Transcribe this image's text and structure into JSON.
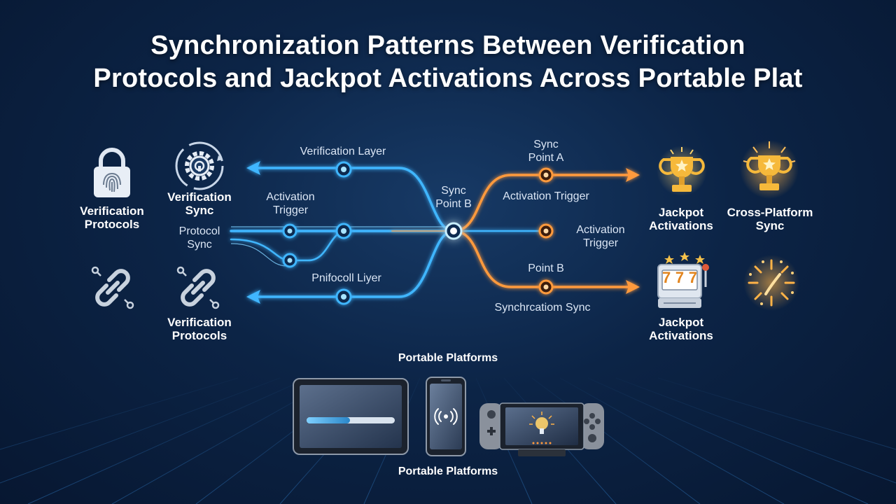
{
  "title": {
    "line1": "Synchronization Patterns Between Verification",
    "line2": "Protocols and Jackpot Activations Across Portable Plat"
  },
  "left": {
    "verification_protocols_top": [
      "Verification",
      "Protocols"
    ],
    "verification_sync": [
      "Verification",
      "Sync"
    ],
    "verification_protocols_bottom": [
      "Verification",
      "Protocols"
    ]
  },
  "flow_labels": {
    "verification_layer": "Verification Layer",
    "activation_trigger_left": [
      "Activation",
      "Trigger"
    ],
    "protocol_sync": [
      "Protocol",
      "Sync"
    ],
    "protocol_layer": "Pnifocoll Liyer",
    "sync_point_b_center": [
      "Sync",
      "Point B"
    ],
    "sync_point_a": [
      "Sync",
      "Point A"
    ],
    "activation_trigger_top": "Activation Trigger",
    "activation_trigger_right": [
      "Activation",
      "Trigger"
    ],
    "point_b": "Point B",
    "synchronization_sync": "Synchrcatiom Sync"
  },
  "right": {
    "jackpot_activations_top": [
      "Jackpot",
      "Activations"
    ],
    "cross_platform_sync": [
      "Cross-Platform",
      "Sync"
    ],
    "jackpot_activations_bottom": [
      "Jackpot",
      "Activations"
    ],
    "slot_reels": [
      "7",
      "7",
      "7"
    ]
  },
  "platforms": {
    "label_top": "Portable Platforms",
    "label_bottom": "Portable Platforms"
  },
  "colors": {
    "blue_glow": "#3fb6ff",
    "orange_glow": "#ff9a3c",
    "gold": "#f6b93b"
  },
  "icons": [
    "padlock-fingerprint-icon",
    "gear-sync-icon",
    "chain-link-icon",
    "chain-link-icon",
    "trophy-icon",
    "trophy-glow-icon",
    "slot-machine-icon",
    "fireworks-icon",
    "tablet-icon",
    "phone-icon",
    "handheld-console-icon"
  ]
}
